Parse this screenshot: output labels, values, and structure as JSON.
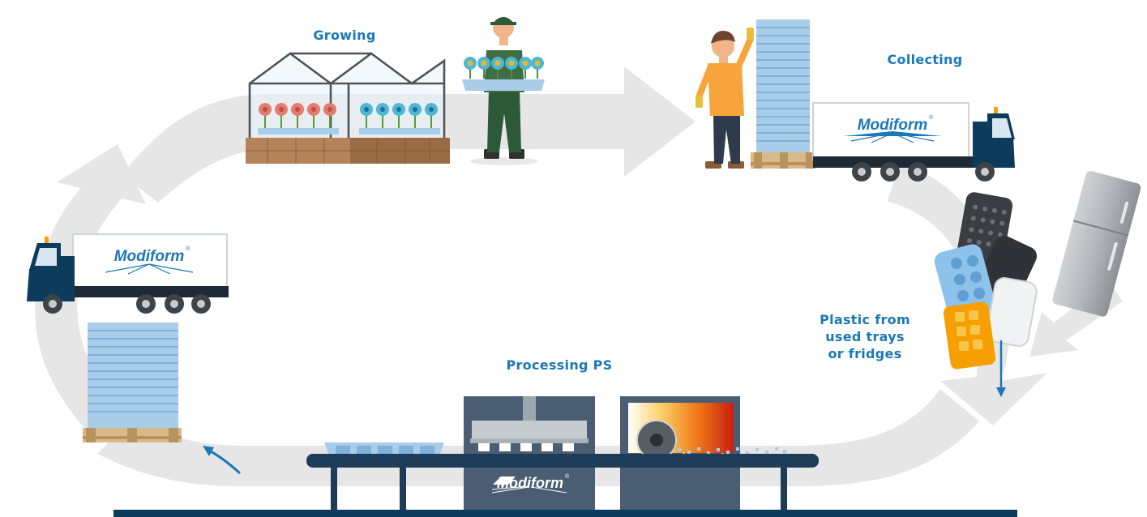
{
  "stages": {
    "growing": "Growing",
    "collecting": "Collecting",
    "plastic": [
      "Plastic from",
      "used trays",
      "or fridges"
    ],
    "processing": "Processing PS"
  },
  "brand": {
    "name": "Modiform",
    "registered": "®"
  },
  "colors": {
    "accent_blue": "#1b78b6",
    "navy": "#0d3b5c",
    "arrow_gray": "#e6e6e6",
    "tray_blue": "#a9cde9",
    "orange": "#f5a000"
  }
}
